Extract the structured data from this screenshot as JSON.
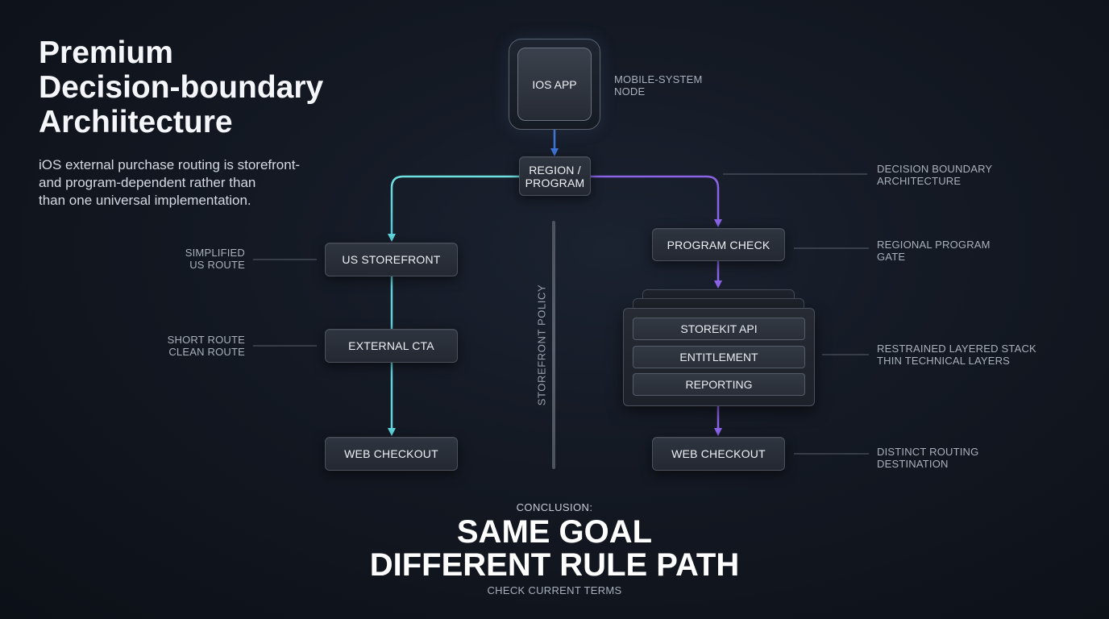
{
  "title": {
    "lines": [
      "Premium",
      "Decision-boundary",
      "Archiitecture"
    ]
  },
  "subtitle": {
    "lines": [
      "iOS external purchase routing is storefront-",
      "and program-dependent rather than",
      "than one universal implementation."
    ]
  },
  "nodes": {
    "ios_app": "IOS APP",
    "region_program": [
      "REGION /",
      "PROGRAM"
    ],
    "us_storefront": "US STOREFRONT",
    "external_cta": "EXTERNAL CTA",
    "web_checkout_left": "WEB CHECKOUT",
    "program_check": "PROGRAM CHECK",
    "stack_layers": [
      "STOREKIT API",
      "ENTITLEMENT",
      "REPORTING"
    ],
    "web_checkout_right": "WEB CHECKOUT"
  },
  "annotations": {
    "mobile_system": [
      "MOBILE-SYSTEM",
      "NODE"
    ],
    "decision_boundary": [
      "DECISION BOUNDARY",
      "ARCHITECTURE"
    ],
    "regional_program": [
      "REGIONAL PROGRAM",
      "GATE"
    ],
    "layered_stack": [
      "RESTRAINED LAYERED STACK",
      "THIN TECHNICAL LAYERS"
    ],
    "distinct_routing": [
      "DISTINCT ROUTING",
      "DESTINATION"
    ],
    "simplified_us": [
      "SIMPLIFIED",
      "US ROUTE"
    ],
    "short_route": [
      "SHORT ROUTE",
      "CLEAN ROUTE"
    ]
  },
  "divider_label": "STOREFRONT POLICY",
  "conclusion": {
    "label": "CONCLUSION:",
    "lines": [
      "SAME GOAL",
      "DIFFERENT RULE PATH"
    ],
    "footnote": "CHECK CURRENT TERMS"
  },
  "colors": {
    "background": "#131822",
    "left_route": "#5fd4dc",
    "right_route": "#8a63e6",
    "app_arrow": "#3f74d8",
    "connector": "#5a616d"
  }
}
